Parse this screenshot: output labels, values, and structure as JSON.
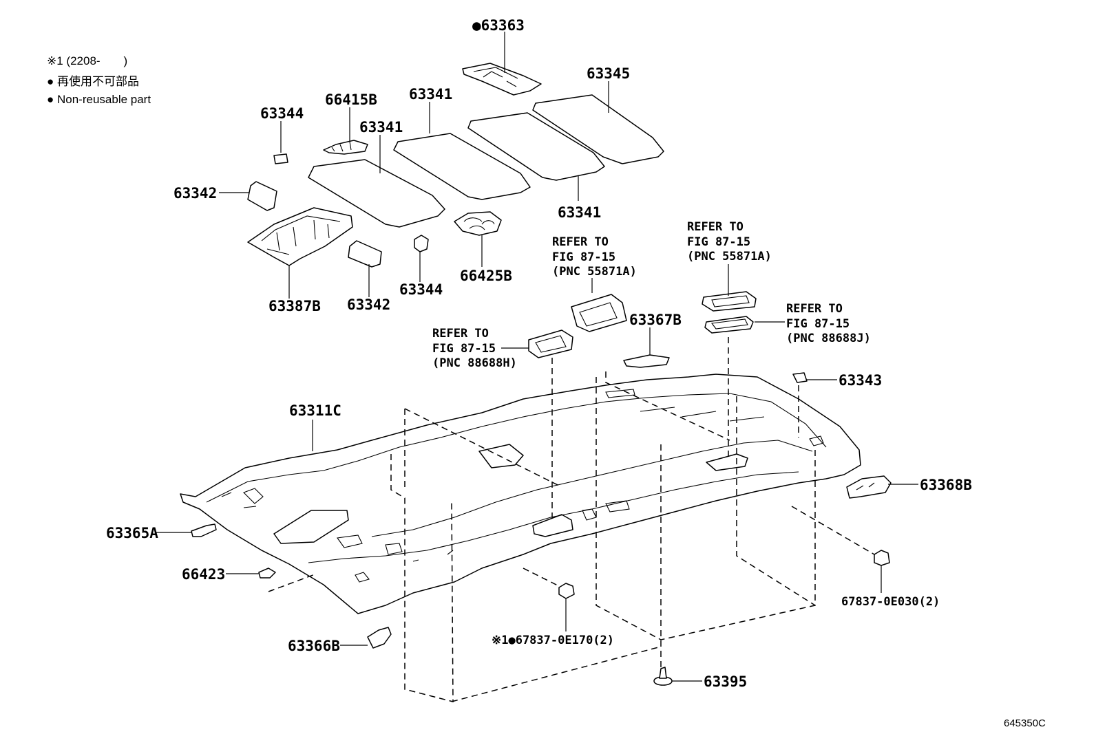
{
  "legend": {
    "note": "※1 (2208-　　)",
    "item1": "● 再使用不可部品",
    "item2": "● Non-reusable part"
  },
  "labels": {
    "p63363": "●63363",
    "p63345": "63345",
    "p63341a": "63341",
    "p63341b": "63341",
    "p63341c": "63341",
    "p63344a": "63344",
    "p66415B": "66415B",
    "p63342a": "63342",
    "p63387B": "63387B",
    "p63342b": "63342",
    "p63344b": "63344",
    "p66425B": "66425B",
    "p63367B": "63367B",
    "p63343": "63343",
    "p63311C": "63311C",
    "p63368B": "63368B",
    "p63365A": "63365A",
    "p66423": "66423",
    "p63366B": "63366B",
    "p678370E170": "※1●67837-0E170(2)",
    "p678370E030": "67837-0E030(2)",
    "p63395": "63395"
  },
  "refs": {
    "r55871a_center": {
      "l1": "REFER TO",
      "l2": "FIG 87-15",
      "l3": "(PNC 55871A)"
    },
    "r55871a_right": {
      "l1": "REFER TO",
      "l2": "FIG 87-15",
      "l3": "(PNC 55871A)"
    },
    "r88688j": {
      "l1": "REFER TO",
      "l2": "FIG 87-15",
      "l3": "(PNC 88688J)"
    },
    "r88688h": {
      "l1": "REFER TO",
      "l2": "FIG 87-15",
      "l3": "(PNC 88688H)"
    }
  },
  "illustration_code": "645350C"
}
